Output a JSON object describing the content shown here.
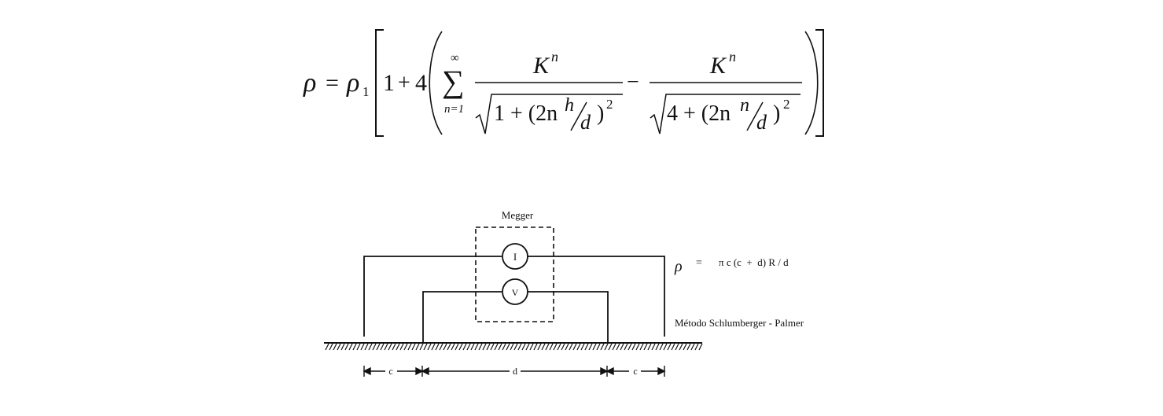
{
  "formula": {
    "lhs_symbol": "ρ",
    "equals": "=",
    "rho1_symbol": "ρ",
    "rho1_sub": "1",
    "one": "1",
    "plus": "+",
    "four": "4",
    "sum_upper": "∞",
    "sum_sign": "∑",
    "sum_lower": "n=1",
    "term1_num": "K",
    "term1_num_exp": "n",
    "term1_den_prefix": "1 + (2n",
    "term1_ratio_top": "h",
    "term1_ratio_bottom": "d",
    "term1_den_suffix": ")",
    "term1_den_exp": "2",
    "minus": "−",
    "term2_num": "K",
    "term2_num_exp": "n",
    "term2_den_prefix": "4 + (2n",
    "term2_ratio_top": "n",
    "term2_ratio_bottom": "d",
    "term2_den_suffix": ")",
    "term2_den_exp": "2"
  },
  "diagram": {
    "megger_label": "Megger",
    "current_meter_label": "I",
    "voltage_meter_label": "V",
    "formula_text": {
      "rho": "ρ",
      "equals": "=",
      "rhs": "π c (c  +  d) R / d"
    },
    "method_label": "Método Schlumberger - Palmer",
    "dimensions": {
      "left_spacing": "c",
      "middle_spacing": "d",
      "right_spacing": "c"
    },
    "colors": {
      "ink": "#111111",
      "background": "#ffffff"
    }
  }
}
